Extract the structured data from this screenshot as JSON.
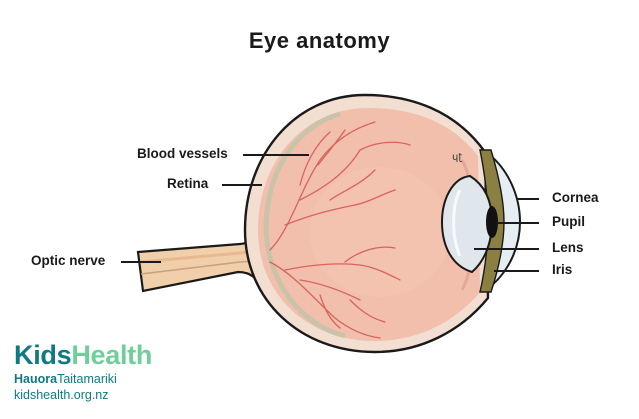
{
  "title": "Eye anatomy",
  "labels": {
    "blood_vessels": "Blood vessels",
    "retina": "Retina",
    "optic_nerve": "Optic nerve",
    "cornea": "Cornea",
    "pupil": "Pupil",
    "lens": "Lens",
    "iris": "Iris"
  },
  "logo": {
    "kids": "Kids",
    "health": "Health",
    "sub_bold": "Hauora",
    "sub_thin": "Taitamariki",
    "url": "kidshealth.org.nz"
  },
  "colors": {
    "eyeball": "#f1bfac",
    "sclera_ring": "#f3ded2",
    "outline": "#1a1a1a",
    "optic_nerve": "#f0cfaa",
    "vessels": "#d9635c",
    "lens": "#dfe7ec",
    "iris": "#8c7f42",
    "brand_dark": "#0f7a84",
    "brand_light": "#6fcf9a"
  }
}
